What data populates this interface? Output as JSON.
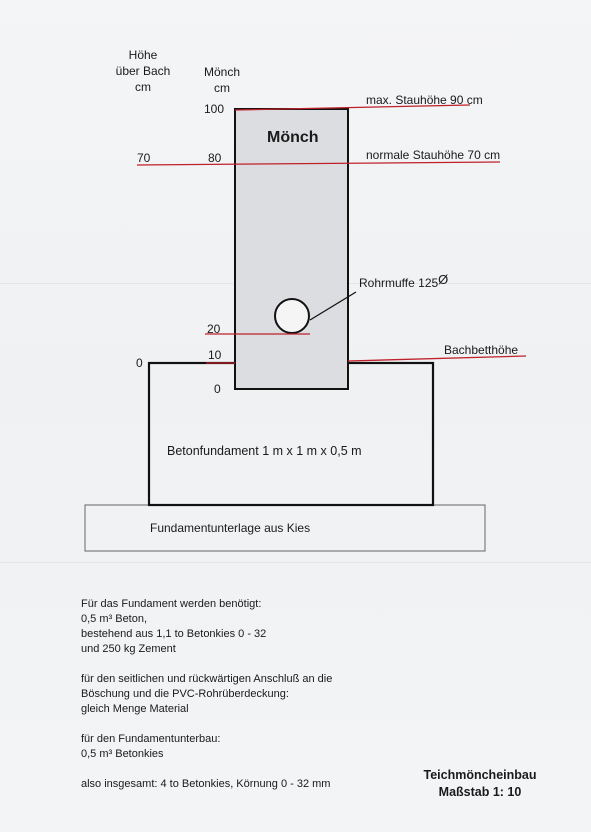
{
  "headers": {
    "bach_line1": "Höhe",
    "bach_line2": "über Bach",
    "bach_line3": "cm",
    "moench_line1": "Mönch",
    "moench_line2": "cm"
  },
  "moench_title": "Mönch",
  "scale_left": {
    "zero": "0",
    "seventy": "70"
  },
  "scale_moench": {
    "v100": "100",
    "v80": "80",
    "v20": "20",
    "v10": "10",
    "v0": "0"
  },
  "annotations": {
    "max_level": "max. Stauhöhe 90 cm",
    "normal_level": "normale Stauhöhe 70 cm",
    "pipe": "Rohrmuffe 125",
    "pipe_symbol": "Ø",
    "bed": "Bachbetthöhe",
    "foundation": "Betonfundament 1 m x 1 m x 0,5 m",
    "gravel": "Fundamentunterlage aus Kies"
  },
  "notes": [
    "Für das Fundament werden benötigt:",
    "0,5 m³ Beton,",
    "bestehend aus 1,1 to Betonkies 0 - 32",
    "und 250 kg Zement",
    "",
    "für den seitlichen und rückwärtigen Anschluß an die",
    "Böschung und die PVC-Rohrüberdeckung:",
    "gleich Menge Material",
    "",
    "für den Fundamentunterbau:",
    "0,5 m³ Betonkies",
    "",
    "also insgesamt: 4 to Betonkies, Körnung 0 - 32 mm"
  ],
  "footer": {
    "title_line1": "Teichmöncheinbau",
    "title_line2": "Maßstab 1: 10"
  },
  "colors": {
    "line_red": "#c0202a",
    "outline": "#111111",
    "moench_fill": "#dcdde0"
  }
}
